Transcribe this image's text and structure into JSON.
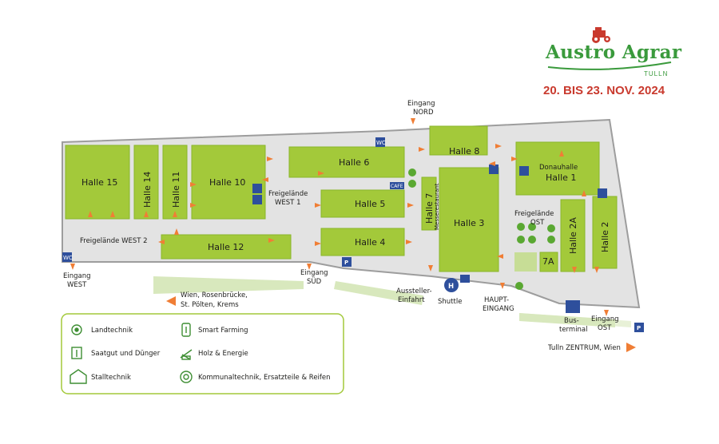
{
  "brand": {
    "name": "Austro Agrar",
    "city": "TULLN",
    "dates": "20. BIS 23. NOV. 2024",
    "tractor_icon": "tractor-icon"
  },
  "halls": {
    "h15": "Halle 15",
    "h14": "Halle 14",
    "h11": "Halle 11",
    "h10": "Halle 10",
    "h12": "Halle 12",
    "h6": "Halle 6",
    "h5": "Halle 5",
    "h4": "Halle 4",
    "h7": "Halle 7",
    "h7_sub": "Messerestaurant",
    "h8": "Halle 8",
    "h3": "Halle 3",
    "donau_a": "Donauhalle",
    "donau_b": "Halle 1",
    "h2a": "Halle 2A",
    "h2": "Halle 2",
    "h7a": "7A"
  },
  "areas": {
    "west2": "Freigelände WEST 2",
    "west1_a": "Freigelände",
    "west1_b": "WEST 1",
    "ost_a": "Freigelände",
    "ost_b": "OST"
  },
  "entrances": {
    "nord_a": "Eingang",
    "nord_b": "NORD",
    "west_a": "Eingang",
    "west_b": "WEST",
    "sued_a": "Eingang",
    "sued_b": "SÜD",
    "aussteller_a": "Aussteller-",
    "aussteller_b": "Einfahrt",
    "haupt_a": "HAUPT-",
    "haupt_b": "EINGANG",
    "ost_a": "Eingang",
    "ost_b": "OST",
    "shuttle": "Shuttle",
    "bus_a": "Bus-",
    "bus_b": "terminal"
  },
  "directions": {
    "wien_a": "Wien, Rosenbrücke,",
    "wien_b": "St. Pölten, Krems",
    "tulln": "Tulln ZENTRUM, Wien"
  },
  "signs": {
    "wc": "WC",
    "cafe": "CAFE",
    "parking": "P",
    "hospital": "H"
  },
  "legend": [
    {
      "label": "Landtechnik",
      "icon": "gear-leaf-icon"
    },
    {
      "label": "Saatgut und Dünger",
      "icon": "seed-bag-icon"
    },
    {
      "label": "Stalltechnik",
      "icon": "barn-cow-icon"
    },
    {
      "label": "Smart Farming",
      "icon": "smart-farming-icon"
    },
    {
      "label": "Holz & Energie",
      "icon": "wood-energy-icon"
    },
    {
      "label": "Kommunaltechnik, Ersatzteile & Reifen",
      "icon": "tire-icon"
    }
  ],
  "colors": {
    "hall": "#a3c93a",
    "hall_stroke": "#8ab62a",
    "ground": "#e3e3e3",
    "ground_stroke": "#9d9d9d",
    "arrow": "#f07e35",
    "icon_green": "#3e8e33",
    "sign_blue": "#2e4f9c",
    "brand_red": "#c93a2e",
    "path_green": "#d8e8bd"
  }
}
